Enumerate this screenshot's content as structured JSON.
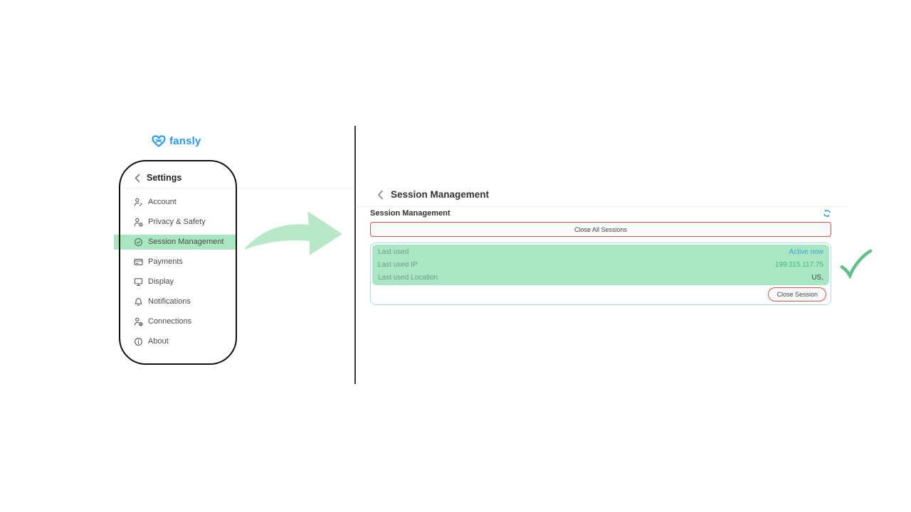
{
  "brand": {
    "name": "fansly",
    "color": "#2699f6",
    "logo_icon": "fansly-heart-icon"
  },
  "sidebar": {
    "title": "Settings",
    "back_icon": "chevron-left-icon",
    "active_item": "Session Management",
    "active_bg": "#a9e6c2",
    "items": [
      {
        "label": "Account",
        "icon": "user-edit-icon"
      },
      {
        "label": "Privacy & Safety",
        "icon": "user-shield-icon"
      },
      {
        "label": "Session Management",
        "icon": "check-circle-icon"
      },
      {
        "label": "Payments",
        "icon": "credit-card-icon"
      },
      {
        "label": "Display",
        "icon": "monitor-icon"
      },
      {
        "label": "Notifications",
        "icon": "bell-icon"
      },
      {
        "label": "Connections",
        "icon": "user-connections-icon"
      },
      {
        "label": "About",
        "icon": "info-icon"
      }
    ]
  },
  "main": {
    "page_title": "Session Management",
    "back_icon": "chevron-left-icon",
    "section_label": "Session Management",
    "refresh_icon": "refresh-sync-icon",
    "refresh_color": "#3b9ad6",
    "close_all_button": "Close All Sessions",
    "session": {
      "rows": [
        {
          "label": "Last used",
          "value": "Active now",
          "value_color": "#38a3da"
        },
        {
          "label": "Last used IP",
          "value": "199.115.117.75",
          "value_color": "#3cbd7c"
        },
        {
          "label": "Last used Location",
          "value": "US,",
          "value_color": "#434c46"
        }
      ],
      "close_button": "Close Session",
      "card_border_color": "#a7d9eb",
      "highlight_bg": "#a9e7c4"
    }
  },
  "annotations": {
    "arrow": {
      "shape": "curved-arrow-right",
      "color": "#b7e9c9"
    },
    "checkmark": {
      "shape": "hand-drawn-check",
      "color": "#5ec287"
    },
    "danger_color": "#dd5050"
  }
}
